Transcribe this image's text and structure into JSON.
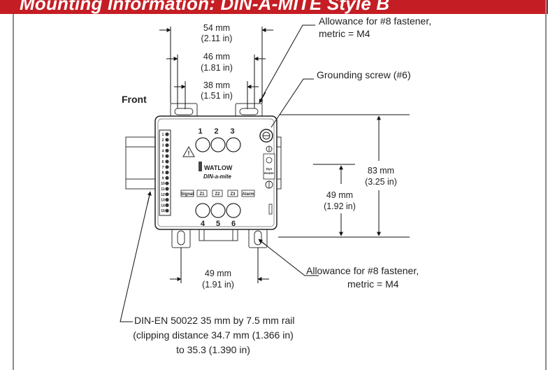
{
  "header": {
    "title": "Mounting Information: DIN-A-MITE Style B",
    "bg_color": "#c41e24",
    "text_color": "#ffffff"
  },
  "labels": {
    "front": "Front",
    "dim_54_mm": "54 mm",
    "dim_54_in": "(2.11 in)",
    "dim_46_mm": "46 mm",
    "dim_46_in": "(1.81 in)",
    "dim_38_mm": "38 mm",
    "dim_38_in": "(1.51 in)",
    "dim_83_mm": "83 mm",
    "dim_83_in": "(3.25 in)",
    "dim_49v_mm": "49 mm",
    "dim_49v_in": "(1.92 in)",
    "dim_49h_mm": "49 mm",
    "dim_49h_in": "(1.91 in)",
    "fastener_top_1": "Allowance for #8 fastener,",
    "fastener_top_2": "metric = M4",
    "grounding": "Grounding screw (#6)",
    "fastener_bottom_1": "Allowance for #8 fastener,",
    "fastener_bottom_2": "metric = M4",
    "rail_1": "DIN-EN 50022 35 mm by 7.5 mm rail",
    "rail_2": "(clipping distance 34.7 mm (1.366 in)",
    "rail_3": "to 35.3 (1.390 in)"
  },
  "device": {
    "brand": "WATLOW",
    "model": "DIN-a-mite",
    "top_numbers": [
      "1",
      "2",
      "3"
    ],
    "bottom_numbers": [
      "4",
      "5",
      "6"
    ],
    "status_labels": [
      "Signal",
      "Z1",
      "Z2",
      "Z3",
      "Alarm"
    ],
    "terminals": [
      "1",
      "2",
      "3",
      "4",
      "5",
      "6",
      "7",
      "8",
      "9",
      "10",
      "11",
      "12",
      "13",
      "14",
      "15"
    ],
    "side_label_1": "Dyn",
    "side_label_2": "Heater"
  }
}
